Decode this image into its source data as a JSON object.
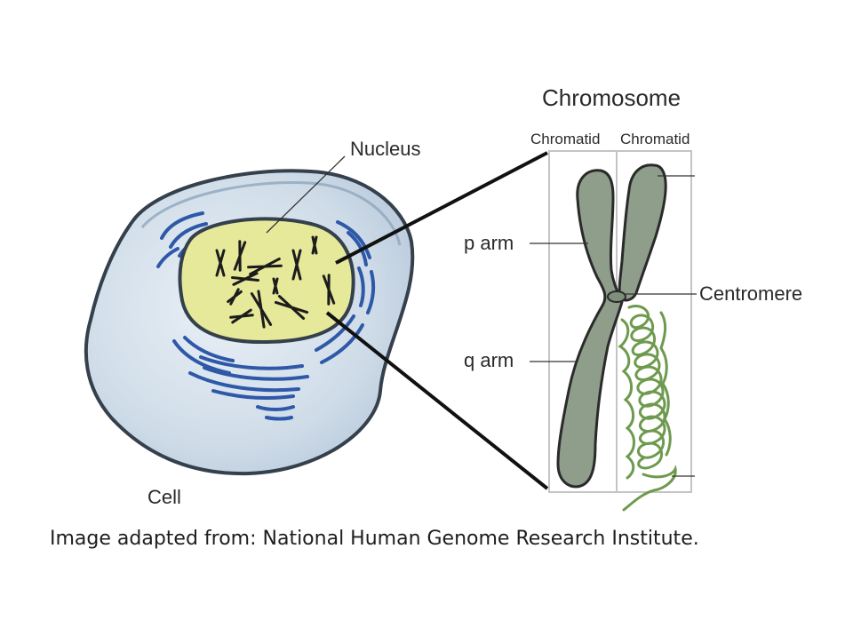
{
  "labels": {
    "nucleus": "Nucleus",
    "cell": "Cell",
    "chromosome": "Chromosome",
    "chromatid_left": "Chromatid",
    "chromatid_right": "Chromatid",
    "p_arm": "p arm",
    "q_arm": "q arm",
    "centromere": "Centromere"
  },
  "caption": "Image adapted from: National Human Genome Research Institute.",
  "colors": {
    "cell_fill": "#c9d8e6",
    "cell_stroke": "#34404c",
    "er_blue": "#2e58a8",
    "nucleus_fill": "#e6e89a",
    "chromatid_fill": "#8e9e8a",
    "chromatin_green": "#6e9a4e"
  }
}
